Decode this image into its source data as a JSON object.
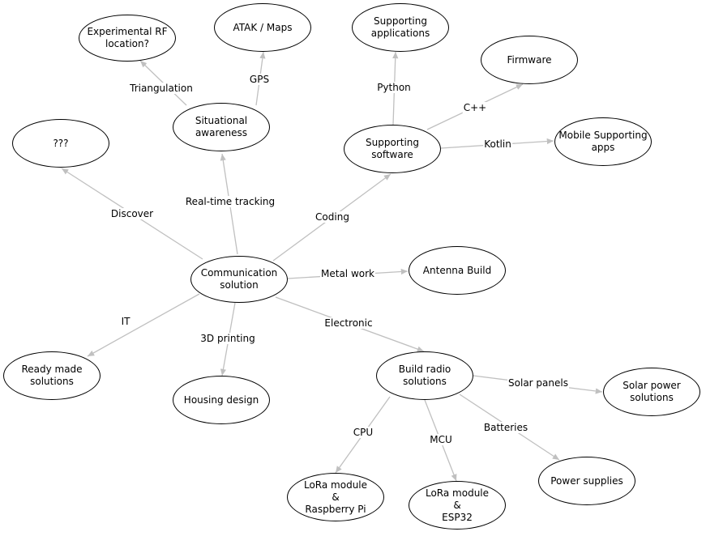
{
  "diagram": {
    "edge_color": "#c0c0c0",
    "nodes": {
      "communication": "Communication\nsolution",
      "situational": "Situational\nawareness",
      "experimental": "Experimental RF\nlocation?",
      "atak": "ATAK / Maps",
      "unknown": "???",
      "supporting_software": "Supporting\nsoftware",
      "supporting_apps": "Supporting\napplications",
      "firmware": "Firmware",
      "mobile_apps": "Mobile Supporting\napps",
      "antenna": "Antenna Build",
      "ready_made": "Ready made\nsolutions",
      "housing": "Housing design",
      "build_radio": "Build radio\nsolutions",
      "solar_power": "Solar power\nsolutions",
      "power_supplies": "Power supplies",
      "lora_rpi": "LoRa module\n&\nRaspberry Pi",
      "lora_esp32": "LoRa module\n&\nESP32"
    },
    "edges": {
      "triangulation": "Triangulation",
      "gps": "GPS",
      "python": "Python",
      "cpp": "C++",
      "kotlin": "Kotlin",
      "discover": "Discover",
      "realtime": "Real-time tracking",
      "coding": "Coding",
      "metal_work": "Metal work",
      "it": "IT",
      "printing": "3D printing",
      "electronic": "Electronic",
      "solar_panels": "Solar panels",
      "batteries": "Batteries",
      "cpu": "CPU",
      "mcu": "MCU"
    }
  }
}
